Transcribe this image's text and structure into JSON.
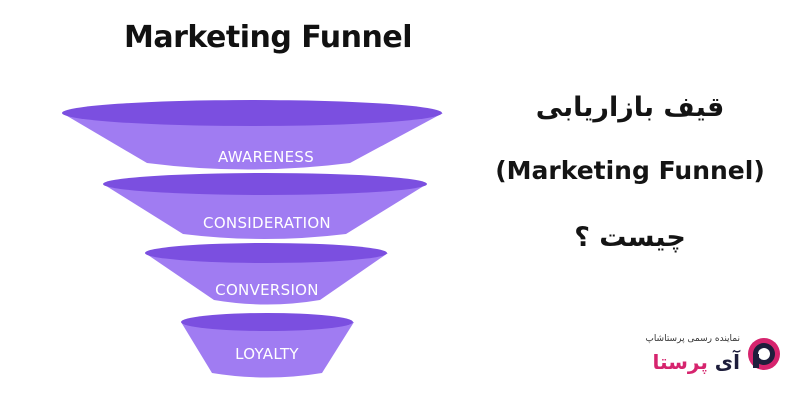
{
  "funnel": {
    "title": "Marketing Funnel",
    "stages": [
      "AWARENESS",
      "CONSIDERATION",
      "CONVERSION",
      "LOYALTY"
    ]
  },
  "headline": {
    "line1": "قیف بازاریابی",
    "line2": "(Marketing Funnel)",
    "line3": "چیست ؟"
  },
  "brand": {
    "tagline": "نماینده رسمی پرستاشاپ",
    "name_part1": "آی ",
    "name_part2": "پرستا"
  },
  "colors": {
    "funnel_fill": "#a07cf2",
    "funnel_top": "#7b4fe0",
    "funnel_edge": "#6c3fd6",
    "brand_accent": "#d6246e",
    "brand_dark": "#1e1e3c"
  }
}
